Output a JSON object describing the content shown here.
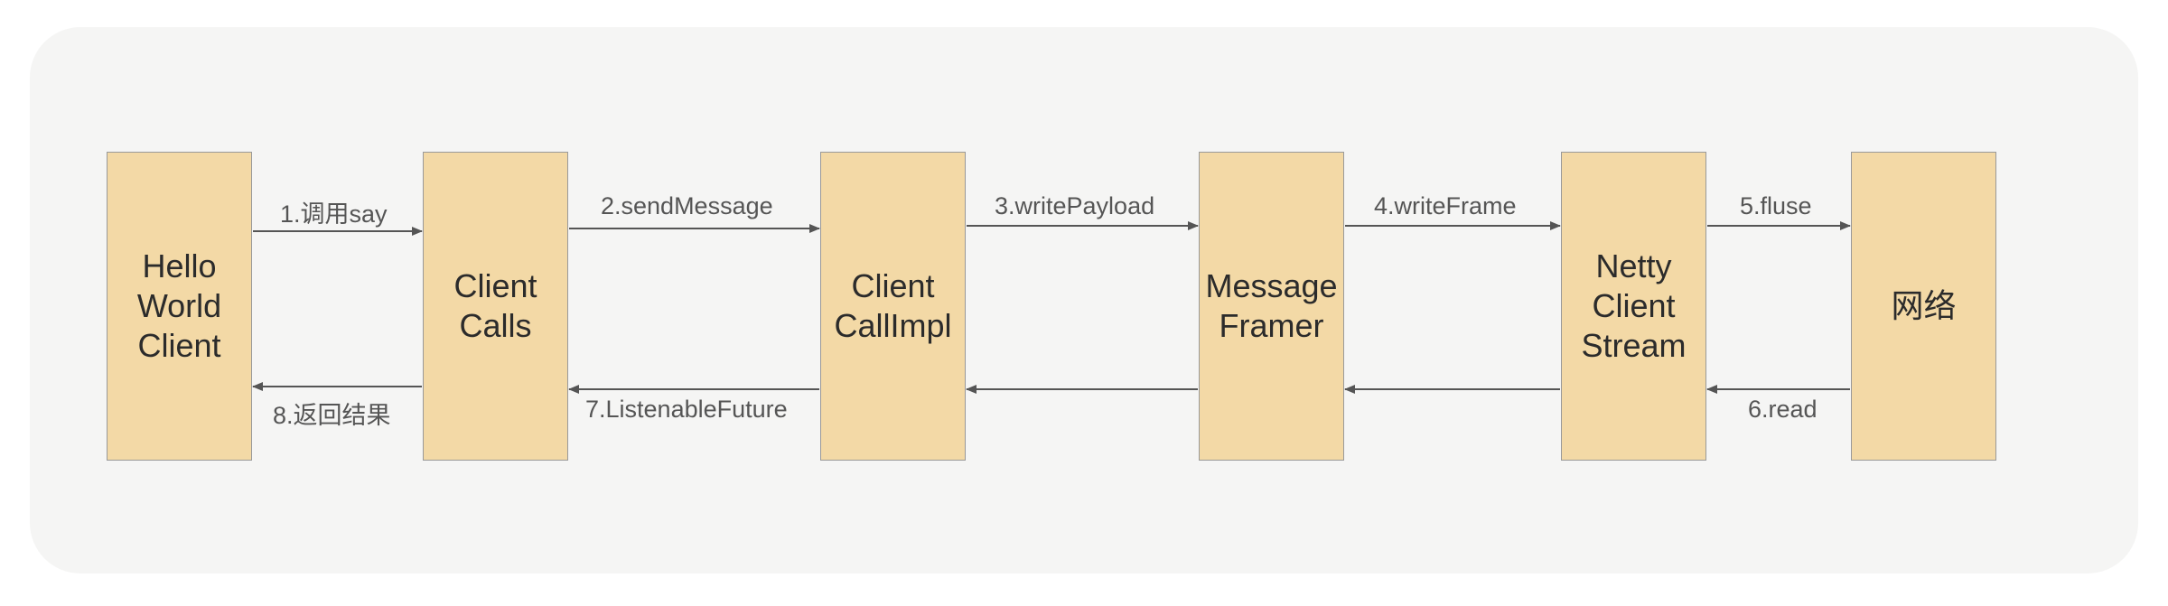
{
  "diagram": {
    "nodes": [
      {
        "id": "n1",
        "label": "Hello\nWorld\nClient"
      },
      {
        "id": "n2",
        "label": "Client\nCalls"
      },
      {
        "id": "n3",
        "label": "Client\nCallImpl"
      },
      {
        "id": "n4",
        "label": "Message\nFramer"
      },
      {
        "id": "n5",
        "label": "Netty\nClient\nStream"
      },
      {
        "id": "n6",
        "label": "网络"
      }
    ],
    "forward_edges": [
      {
        "from": "n1",
        "to": "n2",
        "label": "1.调用say"
      },
      {
        "from": "n2",
        "to": "n3",
        "label": "2.sendMessage"
      },
      {
        "from": "n3",
        "to": "n4",
        "label": "3.writePayload"
      },
      {
        "from": "n4",
        "to": "n5",
        "label": "4.writeFrame"
      },
      {
        "from": "n5",
        "to": "n6",
        "label": "5.fluse"
      }
    ],
    "return_edges": [
      {
        "from": "n6",
        "to": "n5",
        "label": "6.read"
      },
      {
        "from": "n5",
        "to": "n4",
        "label": ""
      },
      {
        "from": "n4",
        "to": "n3",
        "label": ""
      },
      {
        "from": "n3",
        "to": "n2",
        "label": "7.ListenableFuture"
      },
      {
        "from": "n2",
        "to": "n1",
        "label": "8.返回结果"
      }
    ]
  }
}
